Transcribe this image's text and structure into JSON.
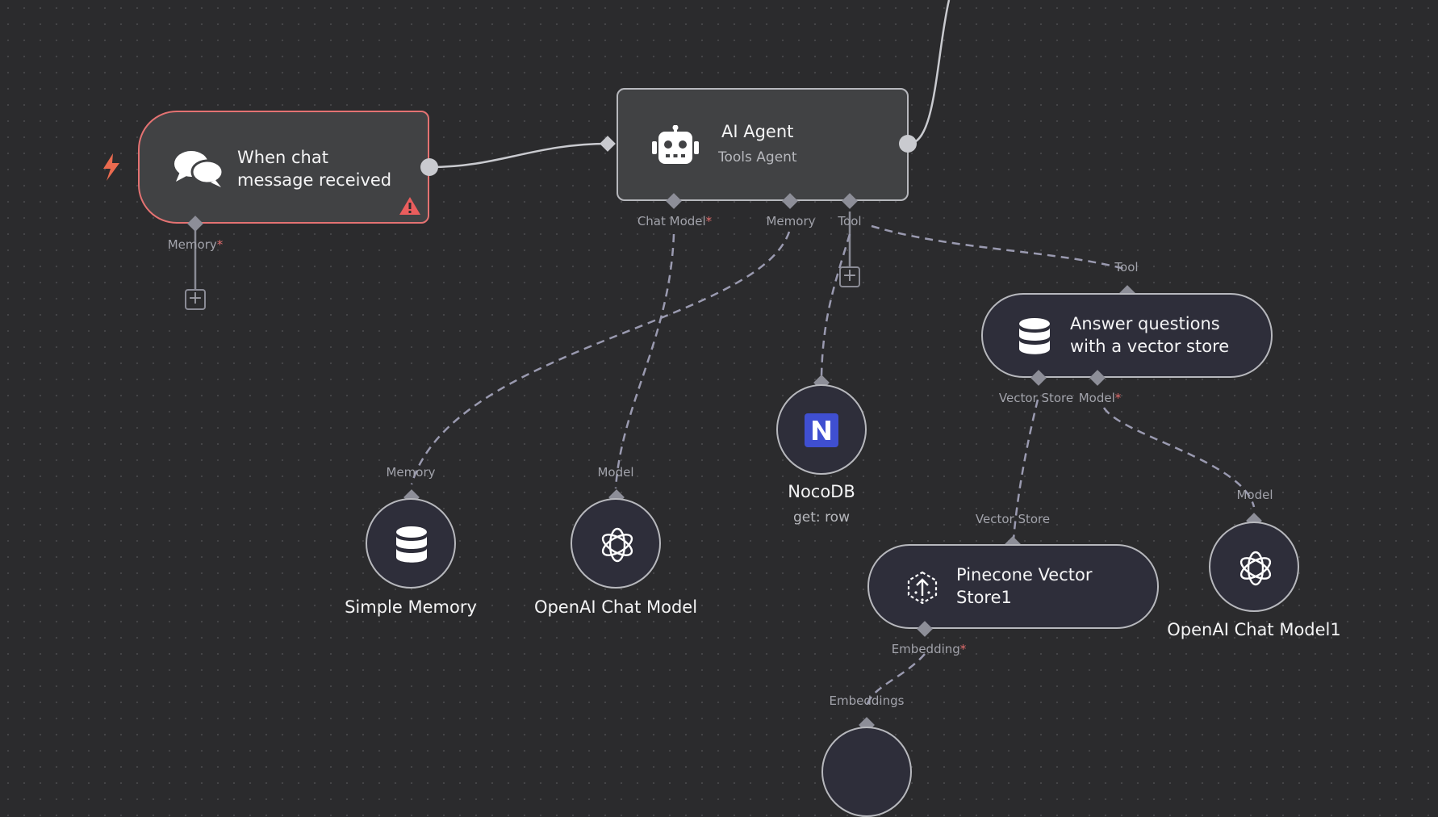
{
  "canvas": {
    "nodes": {
      "chat_trigger": {
        "title": "When chat message received",
        "icon": "chat-bubbles-icon",
        "badge_icon": "warning-triangle-icon"
      },
      "ai_agent": {
        "title": "AI Agent",
        "subtitle": "Tools Agent",
        "icon": "robot-icon"
      },
      "simple_memory": {
        "title": "Simple Memory",
        "icon": "database-icon"
      },
      "openai_chat_model": {
        "title": "OpenAI Chat Model",
        "icon": "openai-icon"
      },
      "nocodb": {
        "title": "NocoDB",
        "subtitle": "get: row",
        "icon": "nocodb-icon"
      },
      "vector_store_qa": {
        "title": "Answer questions with a vector store",
        "icon": "database-icon"
      },
      "pinecone": {
        "title": "Pinecone Vector Store1",
        "icon": "pinecone-icon"
      },
      "openai_chat_model1": {
        "title": "OpenAI Chat Model1",
        "icon": "openai-icon"
      }
    },
    "ports": {
      "trigger_memory": "Memory",
      "agent_chat_model": "Chat Model",
      "agent_memory": "Memory",
      "agent_tool": "Tool",
      "qa_tool": "Tool",
      "qa_vector_store": "Vector Store",
      "qa_model": "Model",
      "memory_in": "Memory",
      "model_in": "Model",
      "model1_in": "Model",
      "pinecone_vector_store": "Vector Store",
      "pinecone_embedding": "Embedding",
      "embeddings_in": "Embeddings"
    },
    "required_marker": "*",
    "add_symbol": "+",
    "colors": {
      "background": "#2b2b2d",
      "node_border": "#b7b8bd",
      "trigger_border": "#e47272",
      "warning": "#ea5d5d",
      "trigger_bolt": "#ea6a4f",
      "nocodb_blue": "#3f4fd1"
    }
  }
}
